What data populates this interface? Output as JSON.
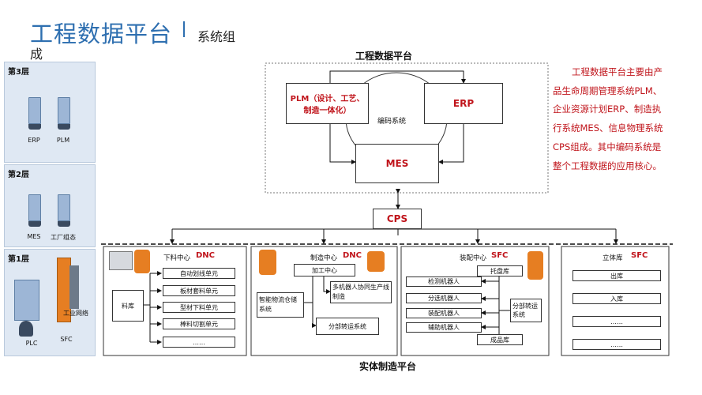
{
  "header": {
    "title": "工程数据平台",
    "subtitle_line1": "系统组",
    "subtitle_line2": "成"
  },
  "layers": {
    "l3": {
      "label": "第3层",
      "items": [
        "ERP",
        "PLM"
      ]
    },
    "l2": {
      "label": "第2层",
      "items": [
        "MES",
        "工厂组态"
      ]
    },
    "l1": {
      "label": "第1层",
      "items": [
        "PLC",
        "SFC",
        "工业网络"
      ]
    }
  },
  "platform": {
    "title": "工程数据平台",
    "plm": "PLM（设计、工艺、制造一体化）",
    "erp": "ERP",
    "coding": "编码系统",
    "mes": "MES",
    "cps": "CPS"
  },
  "note": "工程数据平台主要由产品生命周期管理系统PLM、企业资源计划ERP、制造执行系统MES、信息物理系统CPS组成。其中编码系统是整个工程数据的应用核心。",
  "panels": {
    "blanking": {
      "name": "下料中心",
      "tag": "DNC",
      "warehouse": "料库",
      "units": [
        "自动划线单元",
        "板材套料单元",
        "型材下料单元",
        "棒料切割单元",
        "……"
      ]
    },
    "manufacturing": {
      "name": "制造中心",
      "tag": "DNC",
      "machining": "加工中心",
      "storage": "智能物流仓储系统",
      "robots": "多机器人协同生产线制造",
      "transfer": "分部转运系统"
    },
    "assembly": {
      "name": "装配中心",
      "tag": "SFC",
      "tray": "托盘库",
      "robots": [
        "检测机器人",
        "分选机器人",
        "装配机器人",
        "辅助机器人"
      ],
      "transfer": "分部转运系统",
      "finished": "成品库"
    },
    "stereo": {
      "name": "立体库",
      "tag": "SFC",
      "items": [
        "出库",
        "入库",
        "……",
        "……"
      ]
    }
  },
  "footer": "实体制造平台"
}
